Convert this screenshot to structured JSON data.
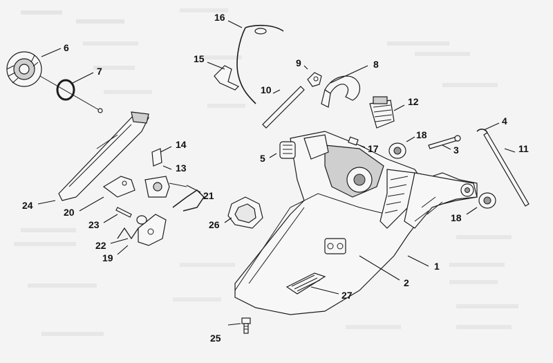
{
  "callouts": {
    "c1": "1",
    "c2": "2",
    "c3": "3",
    "c4": "4",
    "c5": "5",
    "c6": "6",
    "c7": "7",
    "c8": "8",
    "c9": "9",
    "c10": "10",
    "c11": "11",
    "c12": "12",
    "c13": "13",
    "c14": "14",
    "c15": "15",
    "c16": "16",
    "c17": "17",
    "c18a": "18",
    "c18b": "18",
    "c19": "19",
    "c20": "20",
    "c21": "21",
    "c22": "22",
    "c23": "23",
    "c24": "24",
    "c25": "25",
    "c26": "26",
    "c27": "27"
  }
}
